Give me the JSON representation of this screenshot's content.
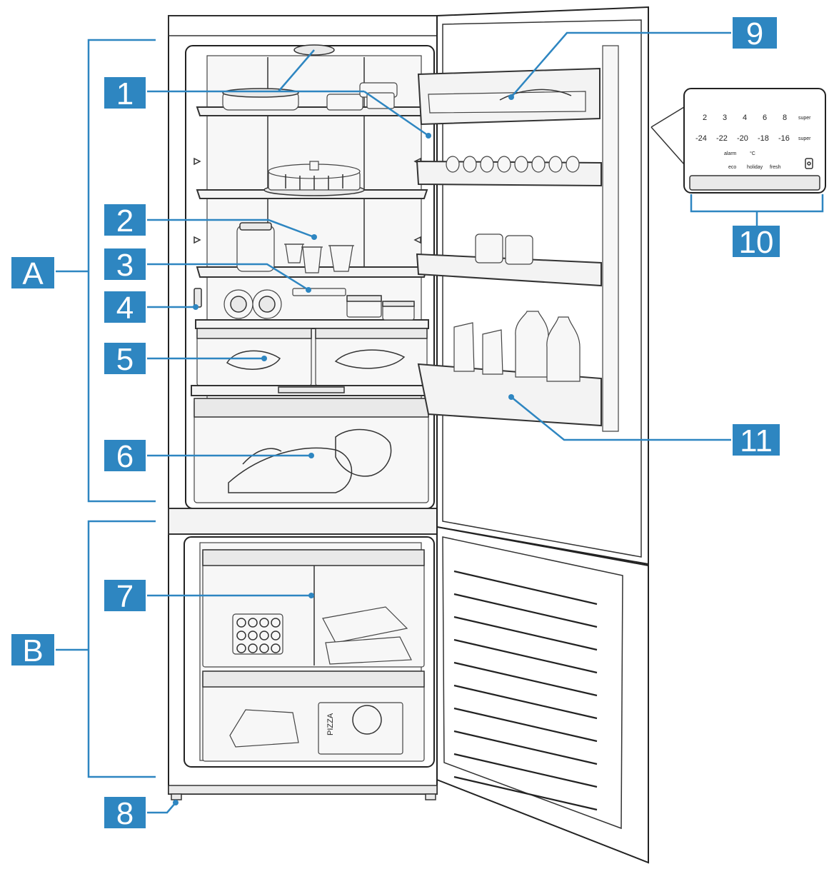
{
  "colors": {
    "callout_fill": "#2e86c1",
    "callout_text": "#ffffff",
    "line_art": "#222222"
  },
  "callouts": {
    "c1": "1",
    "c2": "2",
    "c3": "3",
    "c4": "4",
    "c5": "5",
    "c6": "6",
    "c7": "7",
    "c8": "8",
    "c9": "9",
    "c10": "10",
    "c11": "11"
  },
  "zones": {
    "fridge": "A",
    "freezer": "B"
  },
  "control_panel": {
    "fridge_temps": [
      "2",
      "3",
      "4",
      "6",
      "8",
      "super"
    ],
    "freezer_temps": [
      "-24",
      "-22",
      "-20",
      "-18",
      "-16",
      "super"
    ],
    "alarm_label": "alarm",
    "alarm_value": "°C",
    "modes": [
      "eco",
      "holiday",
      "fresh"
    ]
  },
  "labels": {
    "pizza_box": "PIZZA"
  }
}
